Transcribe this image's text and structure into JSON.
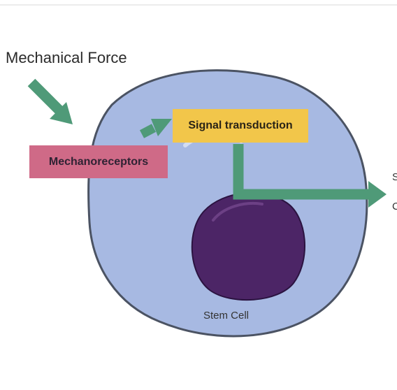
{
  "diagram": {
    "labels": {
      "force": "Mechanical Force",
      "mechanoreceptors": "Mechanoreceptors",
      "signal": "Signal transduction",
      "cell": "Stem Cell",
      "edge_1": "S",
      "edge_2": "C"
    },
    "colors": {
      "cytoplasm": "#a7b9e2",
      "cell_outline": "#4b5363",
      "nucleus": "#4c2566",
      "arrow": "#4f9a78",
      "mechanoreceptor_box": "#cf6a87",
      "signal_box": "#f2c64a"
    }
  }
}
